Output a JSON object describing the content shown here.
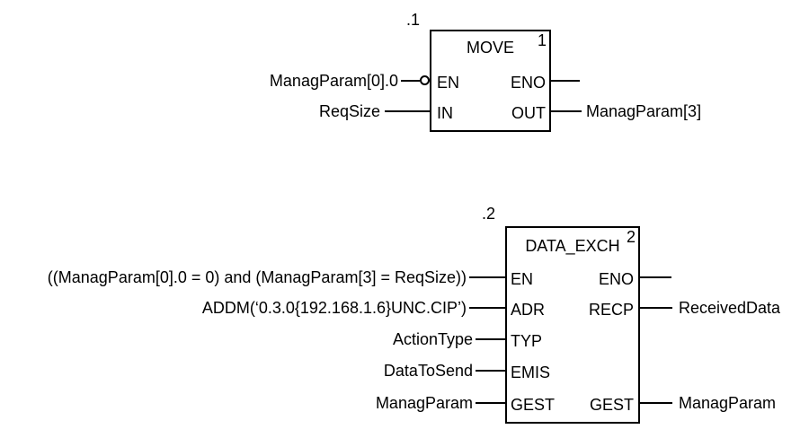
{
  "diagram": {
    "type": "plc-function-block-diagram",
    "background_color": "#ffffff",
    "line_color": "#000000",
    "text_color": "#000000",
    "blocks": [
      {
        "instance_label": ".1",
        "title": "MOVE",
        "exec_order": "1",
        "pins": {
          "en": "EN",
          "in": "IN",
          "eno": "ENO",
          "out": "OUT"
        },
        "operands": {
          "en": "ManagParam[0].0",
          "en_negated": true,
          "in": "ReqSize",
          "out": "ManagParam[3]"
        }
      },
      {
        "instance_label": ".2",
        "title": "DATA_EXCH",
        "exec_order": "2",
        "pins": {
          "en": "EN",
          "adr": "ADR",
          "typ": "TYP",
          "emis": "EMIS",
          "gest_in": "GEST",
          "eno": "ENO",
          "recp": "RECP",
          "gest_out": "GEST"
        },
        "operands": {
          "en": "((ManagParam[0].0 = 0) and (ManagParam[3] = ReqSize))",
          "adr": "ADDM(‘0.3.0{192.168.1.6}UNC.CIP’)",
          "typ": "ActionType",
          "emis": "DataToSend",
          "gest_in": "ManagParam",
          "recp": "ReceivedData",
          "gest_out": "ManagParam"
        }
      }
    ]
  }
}
